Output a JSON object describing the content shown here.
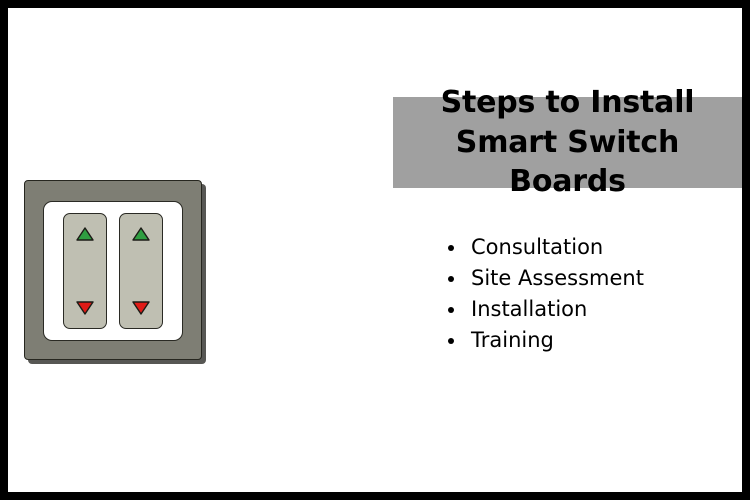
{
  "slide": {
    "border_color": "#000000",
    "background_color": "#ffffff"
  },
  "heading": {
    "text": "Steps to Install Smart Switch Boards",
    "band_color": "#a0a0a0",
    "text_color": "#000000"
  },
  "steps": {
    "items": [
      {
        "label": "Consultation"
      },
      {
        "label": "Site Assessment"
      },
      {
        "label": "Installation"
      },
      {
        "label": "Training"
      }
    ]
  },
  "illustration": {
    "name": "smart-switch-board",
    "frame_color": "#7e7e74",
    "plate_color": "#ffffff",
    "rocker_color": "#bfbfb2",
    "outline_color": "#2a2a24",
    "up_arrow_color": "#2f9e41",
    "down_arrow_color": "#e01b17",
    "switches": [
      {
        "position": "left",
        "up_icon": "triangle-up-icon",
        "down_icon": "triangle-down-icon"
      },
      {
        "position": "right",
        "up_icon": "triangle-up-icon",
        "down_icon": "triangle-down-icon"
      }
    ]
  }
}
